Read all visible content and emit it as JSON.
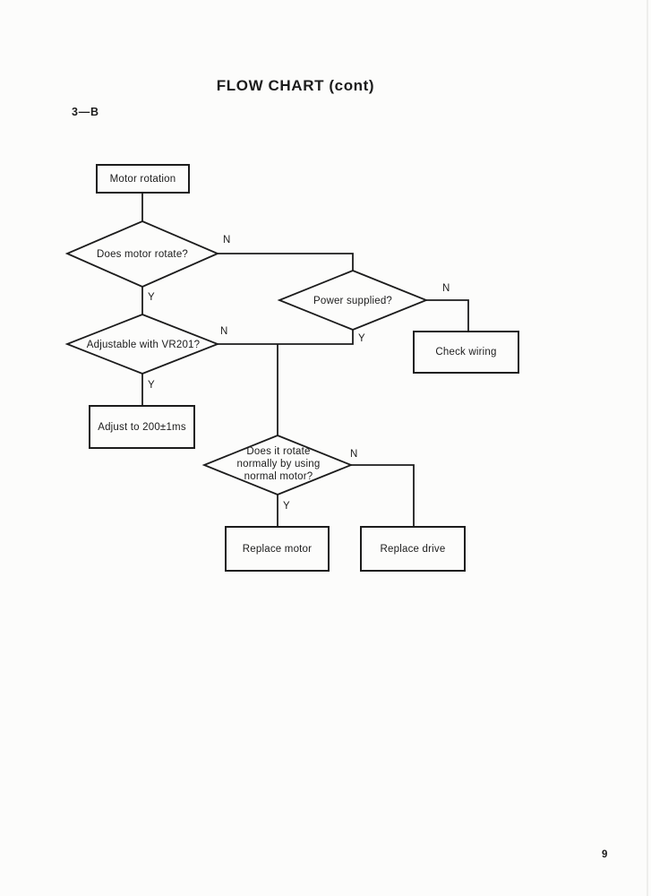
{
  "page": {
    "title": "FLOW CHART (cont)",
    "section_label": "3—B",
    "page_number": "9",
    "colors": {
      "ink": "#1c1c1c",
      "paper": "#fcfcfb"
    }
  },
  "flowchart": {
    "nodes": {
      "motor_rotation": "Motor rotation",
      "does_motor_rotate": "Does motor rotate?",
      "power_supplied": "Power supplied?",
      "check_wiring": "Check wiring",
      "adjustable_with_vr201": "Adjustable with VR201?",
      "adjust_to_200": "Adjust to 200±1ms",
      "does_it_rotate_normally": "Does it rotate normally by using normal motor?",
      "replace_motor": "Replace motor",
      "replace_drive": "Replace drive"
    },
    "branch_labels": {
      "yes": "Y",
      "no": "N"
    }
  }
}
